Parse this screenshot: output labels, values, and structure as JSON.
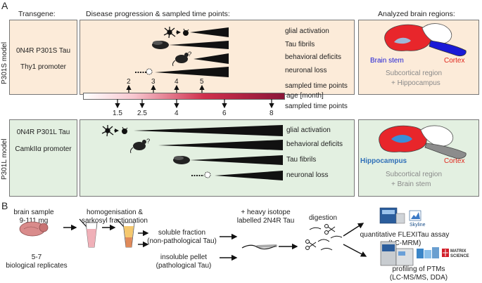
{
  "panel_a": {
    "letter": "A",
    "headers": {
      "transgene": "Transgene:",
      "disease": "Disease progression & sampled time points:",
      "regions": "Analyzed brain regions:"
    },
    "p301s": {
      "side_label": "P301S model",
      "line1": "0N4R P301S Tau",
      "line2": "Thy1 promoter",
      "rows": [
        "glial activation",
        "Tau fibrils",
        "behavioral deficits",
        "neuronal loss"
      ],
      "sampled_label": "sampled time points",
      "time_points": [
        "2",
        "3",
        "4",
        "5"
      ],
      "region_a": "Brain stem",
      "region_b": "Cortex",
      "sub1": "Subcortical region",
      "sub2": "+ Hippocampus"
    },
    "age_label": "age [month]",
    "p301l": {
      "side_label": "P301L model",
      "line1": "0N4R P301L Tau",
      "line2": "CamkIIα promoter",
      "rows": [
        "glial activation",
        "behavioral deficits",
        "Tau fibrils",
        "neuronal loss"
      ],
      "sampled_label": "sampled time points",
      "time_points": [
        "1.5",
        "2.5",
        "4",
        "6",
        "8"
      ],
      "region_a": "Hippocampus",
      "region_b": "Cortex",
      "sub1": "Subcortical region",
      "sub2": "+ Brain stem"
    },
    "question_mark": "?"
  },
  "panel_b": {
    "letter": "B",
    "brain_sample": [
      "brain sample",
      "9-111 mg"
    ],
    "replicates": [
      "5-7",
      "biological replicates"
    ],
    "homog": [
      "homogenisation &",
      "sarkosyl fractionation"
    ],
    "soluble": [
      "soluble fraction",
      "(non-pathological Tau)"
    ],
    "insoluble": [
      "insoluble pellet",
      "(pathological Tau)"
    ],
    "isotope": [
      "+ heavy isotope",
      "labelled 2N4R Tau"
    ],
    "digestion": "digestion",
    "skyline": "Skyline",
    "flexitau": [
      "quantitative FLEXITau assay",
      "(LC-MRM)"
    ],
    "matrix": [
      "MATRIX",
      "SCIENCE"
    ],
    "ptms": [
      "profiling of PTMs",
      "(LC-MS/MS, DDA)"
    ]
  },
  "colors": {
    "peach": "#fcebd9",
    "mint": "#e3f0e1",
    "brain_red": "#e8262b",
    "brainstem_blue": "#1a1ad6",
    "hippocampus_blue": "#2f6fb8",
    "cortex_label_red": "#e0261c",
    "age_bar_dark": "#8b1538",
    "muted_gray": "#8a8a8a"
  }
}
